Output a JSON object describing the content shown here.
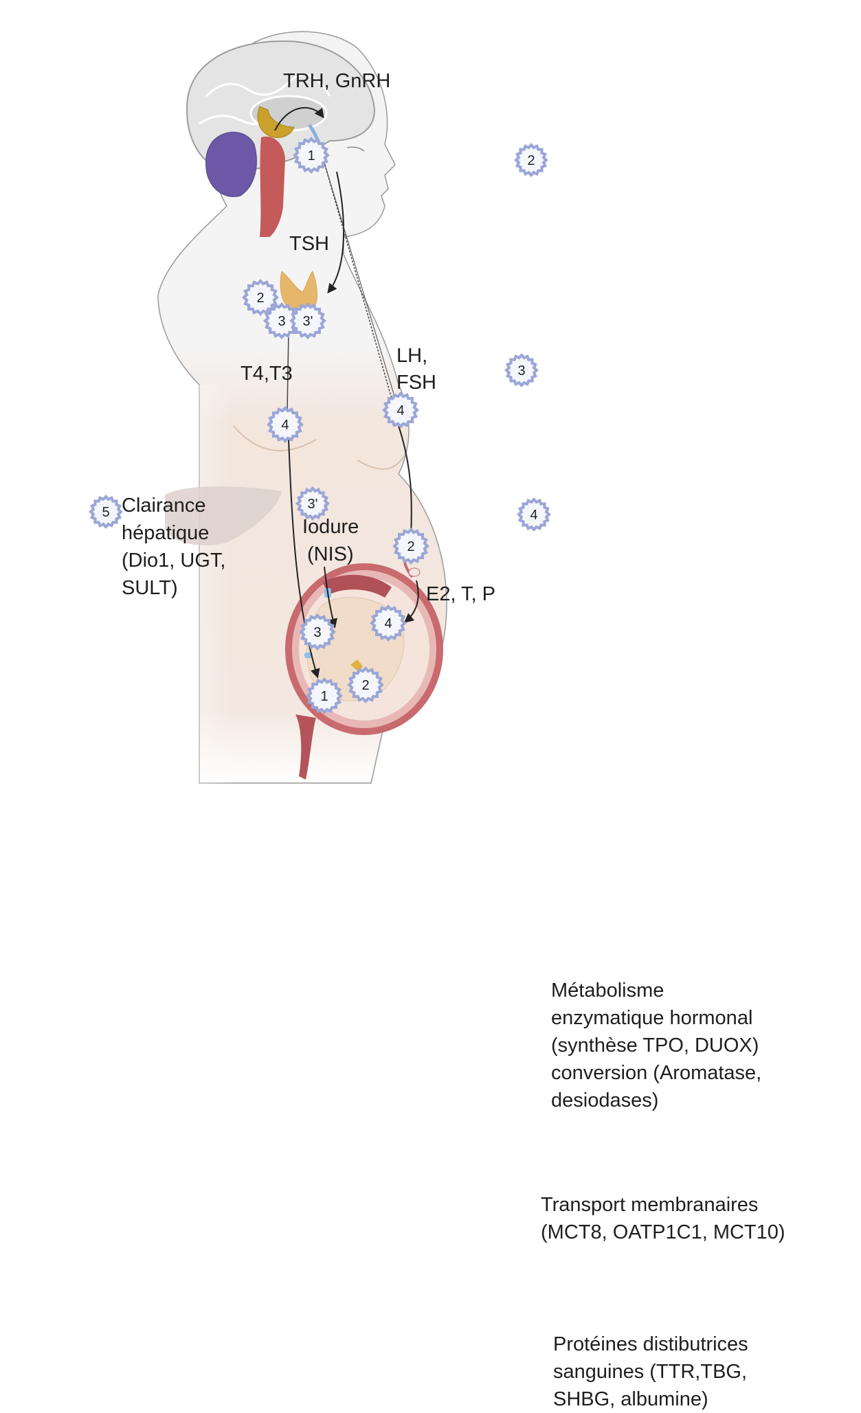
{
  "figure": {
    "organs": {
      "brain": "brain",
      "cerebellum": "cerebellum",
      "brainstem": "brainstem",
      "hypothalamus": "hypothalamus",
      "pituitary": "pituitary",
      "thyroid": "thyroid",
      "liver": "liver",
      "uterus": "uterus",
      "fetus": "fetus",
      "placenta": "placenta",
      "ovary": "ovary"
    },
    "colors": {
      "badge_outline": "#9aa6d6",
      "badge_fill": "#f4f6fc",
      "brain": "#e6e6e6",
      "cerebellum": "#6c58a6",
      "brainstem": "#c45a5a",
      "hypothalamus": "#c7a02a",
      "pituitary": "#8ab0dc",
      "thyroid": "#e6b66a",
      "skin_upper": "#f1f1f1",
      "skin_lower": "#f1e4da",
      "liver": "#ddd0cc",
      "uterus": "#c86a6e",
      "arrow": "#222222"
    }
  },
  "labels": {
    "trh_gnrh": "TRH, GnRH",
    "tsh": "TSH",
    "t4_t3": "T4,T3",
    "lh": "LH,",
    "fsh": "FSH",
    "iodure": "Iodure",
    "nis": "(NIS)",
    "e2tp": "E2, T, P",
    "clearance_1": "Clairance",
    "clearance_2": "hépatique",
    "clearance_3": "(Dio1, UGT,",
    "clearance_4": "SULT)"
  },
  "badges": {
    "pituitary": "1",
    "thyroid_2": "2",
    "thyroid_3": "3",
    "thyroid_3p": "3'",
    "blood_4_left": "4",
    "blood_4_right": "4",
    "iodure_3p": "3'",
    "ovary_2": "2",
    "placenta_4": "4",
    "fetal_3": "3",
    "fetal_1": "1",
    "fetal_2": "2",
    "liver_5": "5"
  },
  "legend": [
    {
      "number": "2",
      "lines": [
        "Métabolisme",
        "enzymatique hormonal",
        "(synthèse TPO, DUOX)",
        "conversion (Aromatase,",
        "desiodases)"
      ]
    },
    {
      "number": "3",
      "lines": [
        "Transport membranaires",
        "(MCT8, OATP1C1, MCT10)"
      ]
    },
    {
      "number": "4",
      "lines": [
        "Protéines distibutrices",
        "sanguines (TTR,TBG,",
        "SHBG, albumine)"
      ]
    }
  ]
}
